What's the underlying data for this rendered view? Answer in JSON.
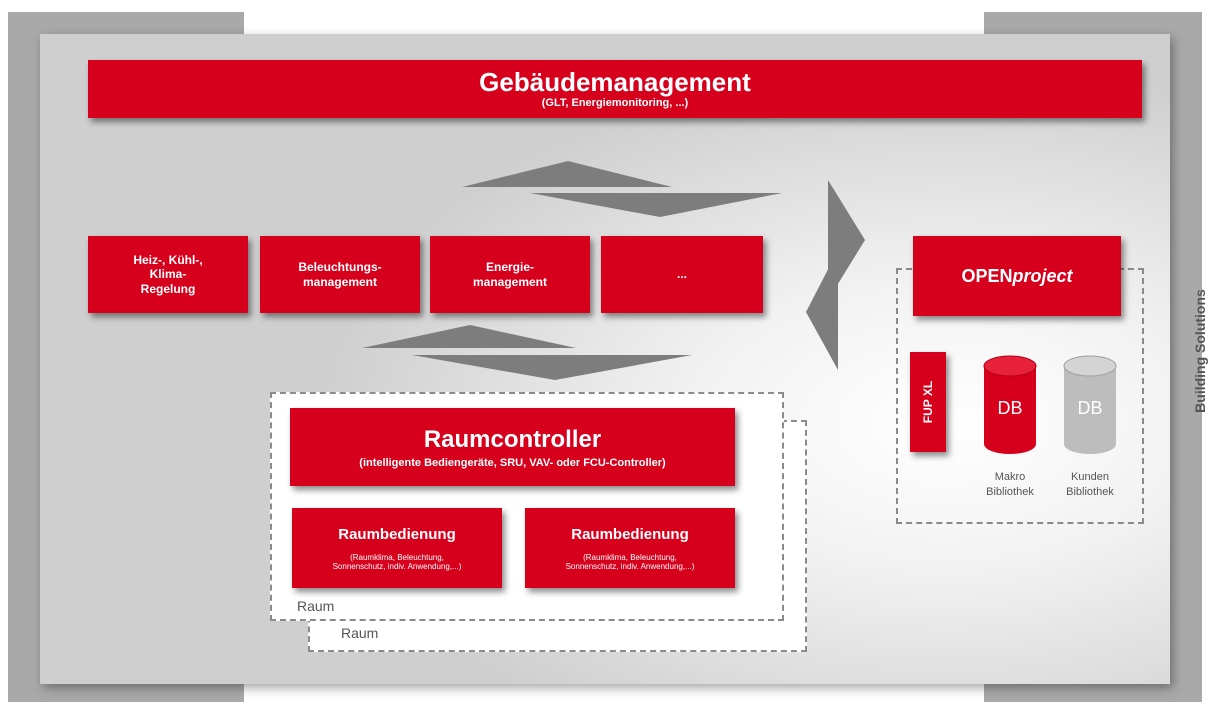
{
  "building_management": {
    "title": "Gebäudemanagement",
    "subtitle": "(GLT, Energiemonitoring, ...)"
  },
  "subsystems": [
    "Heiz-, Kühl-,\nKlima-\nRegelung",
    "Beleuchtungs-\nmanagement",
    "Energie-\nmanagement",
    "..."
  ],
  "room_controller": {
    "title": "Raumcontroller",
    "subtitle": "(intelligente Bediengeräte, SRU, VAV- oder FCU-Controller)"
  },
  "room_operation": [
    {
      "title": "Raumbedienung",
      "subtitle": "(Raumklima, Beleuchtung,\nSonnenschutz, indiv. Anwendung,...)"
    },
    {
      "title": "Raumbedienung",
      "subtitle": "(Raumklima, Beleuchtung,\nSonnenschutz, indiv. Anwendung,...)"
    }
  ],
  "room_labels": [
    "Raum",
    "Raum"
  ],
  "openproject": {
    "prefix": "OPEN",
    "suffix": "project"
  },
  "fup": "FUP XL",
  "databases": [
    {
      "label": "DB",
      "caption": "Makro\nBibliothek",
      "color": "#d6001c"
    },
    {
      "label": "DB",
      "caption": "Kunden\nBibliothek",
      "color": "#bdbdbd"
    }
  ],
  "brand_vertical": "Building Solutions",
  "colors": {
    "accent_red": "#d6001c",
    "arrow_gray": "#7d7d7d",
    "frame_gray": "#a9a9a9"
  }
}
